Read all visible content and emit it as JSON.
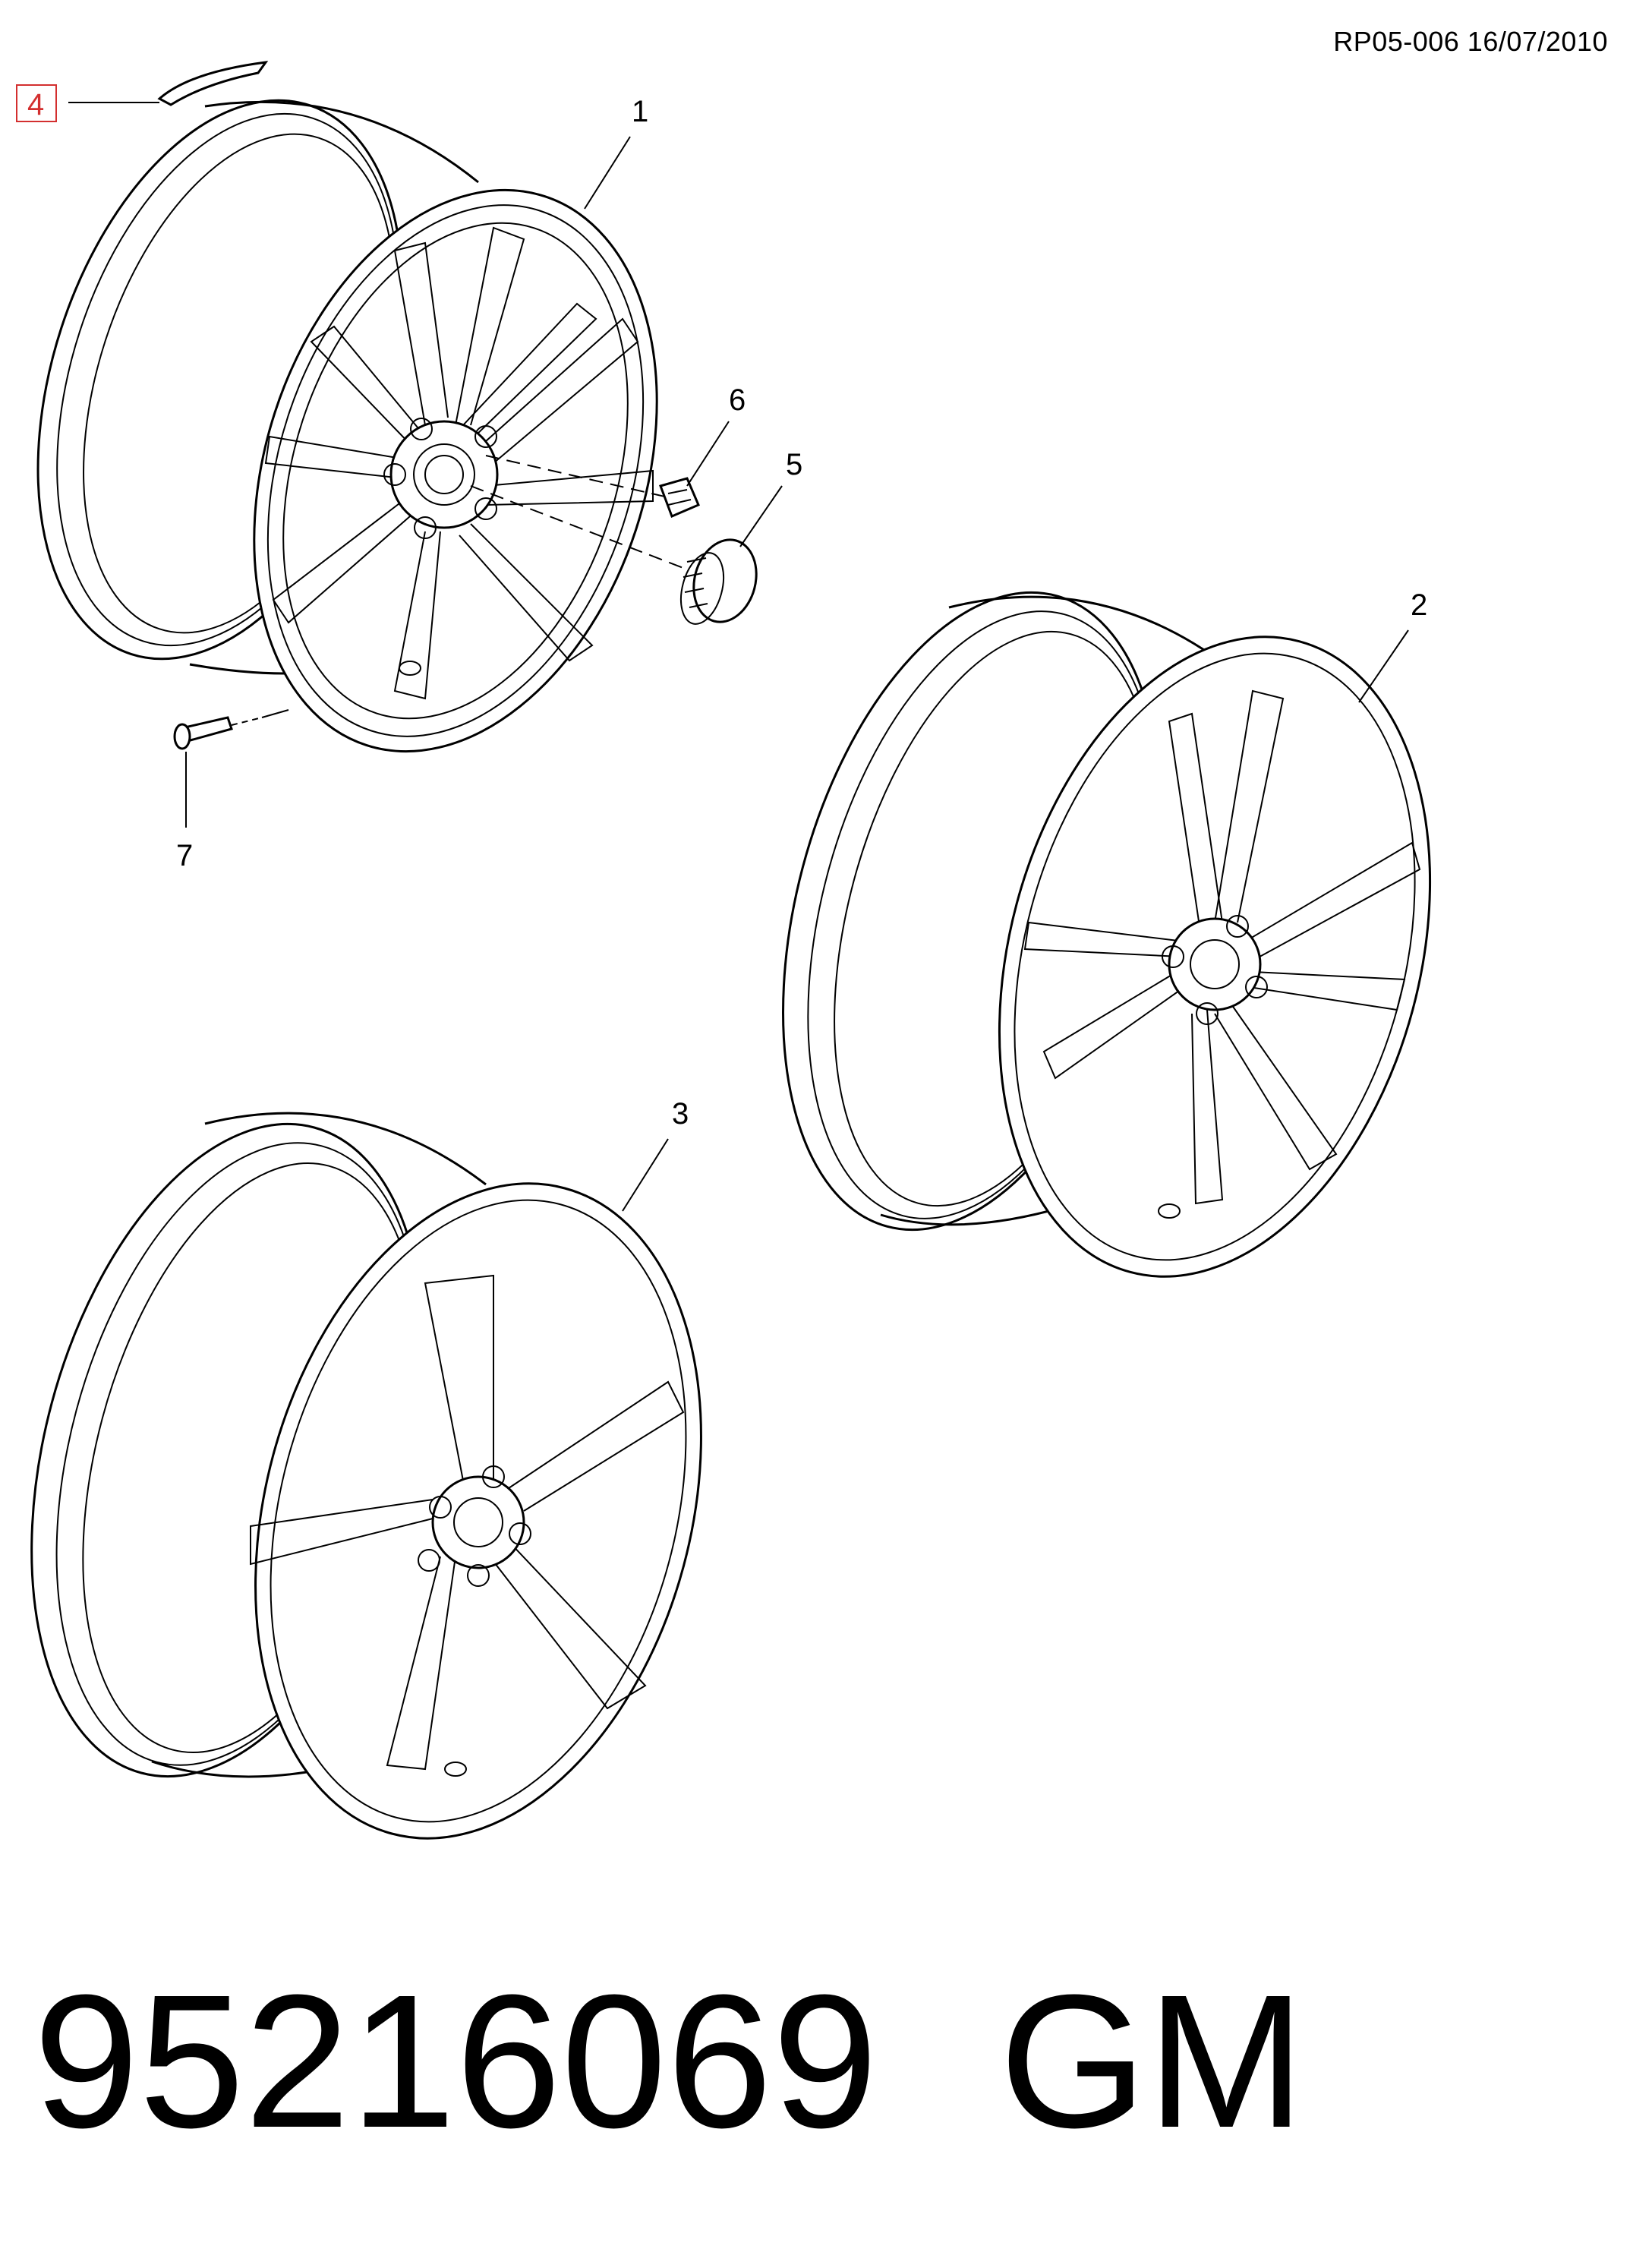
{
  "header": {
    "document_ref": "RP05-006 16/07/2010"
  },
  "callouts": [
    {
      "id": "1",
      "label": "1"
    },
    {
      "id": "2",
      "label": "2"
    },
    {
      "id": "3",
      "label": "3"
    },
    {
      "id": "4",
      "label": "4",
      "highlighted": true
    },
    {
      "id": "5",
      "label": "5"
    },
    {
      "id": "6",
      "label": "6"
    },
    {
      "id": "7",
      "label": "7"
    }
  ],
  "footer": {
    "part_number": "95216069",
    "brand": "GM"
  },
  "colors": {
    "highlight": "#d32f2f",
    "line": "#000000",
    "background": "#ffffff"
  }
}
